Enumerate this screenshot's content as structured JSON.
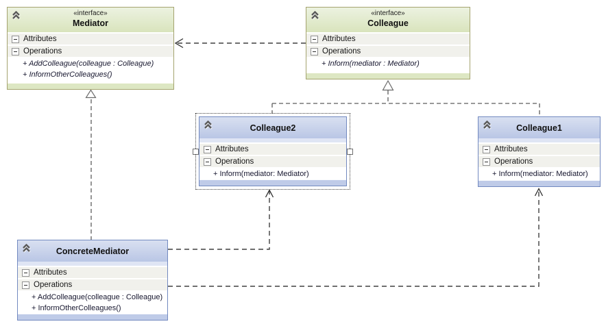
{
  "labels": {
    "attributes": "Attributes",
    "operations": "Operations"
  },
  "colors": {
    "interface_header_top": "#ecf2e0",
    "interface_header_bottom": "#d9e4bd",
    "interface_border": "#a4a36e",
    "interface_footer": "#dde7c3",
    "class_header_top": "#d9e0f1",
    "class_header_bottom": "#b9c6e5",
    "class_border": "#7289c0",
    "class_footer": "#bfcbe8",
    "section_row_bg": "#f1f1ec",
    "connector": "#3f3f3f",
    "canvas_bg": "#ffffff"
  },
  "classes": [
    {
      "name": "Mediator",
      "stereotype": "«interface»",
      "kind": "interface",
      "operations": [
        "+ AddColleague(colleague : Colleague)",
        "+ InformOtherColleagues()"
      ]
    },
    {
      "name": "Colleague",
      "stereotype": "«interface»",
      "kind": "interface",
      "operations": [
        "+ Inform(mediator : Mediator)"
      ]
    },
    {
      "name": "Colleague2",
      "kind": "class",
      "selected": true,
      "operations": [
        "+ Inform(mediator: Mediator)"
      ]
    },
    {
      "name": "Colleague1",
      "kind": "class",
      "operations": [
        "+ Inform(mediator: Mediator)"
      ]
    },
    {
      "name": "ConcreteMediator",
      "kind": "class",
      "operations": [
        "+ AddColleague(colleague : Colleague)",
        "+ InformOtherColleagues()"
      ]
    }
  ],
  "connectors": [
    {
      "type": "dependency",
      "from": "Colleague",
      "to": "Mediator"
    },
    {
      "type": "realization",
      "from": "Colleague2",
      "to": "Colleague"
    },
    {
      "type": "realization",
      "from": "Colleague1",
      "to": "Colleague"
    },
    {
      "type": "realization",
      "from": "ConcreteMediator",
      "to": "Mediator"
    },
    {
      "type": "dependency",
      "from": "ConcreteMediator",
      "to": "Colleague2"
    },
    {
      "type": "dependency",
      "from": "ConcreteMediator",
      "to": "Colleague1"
    }
  ]
}
